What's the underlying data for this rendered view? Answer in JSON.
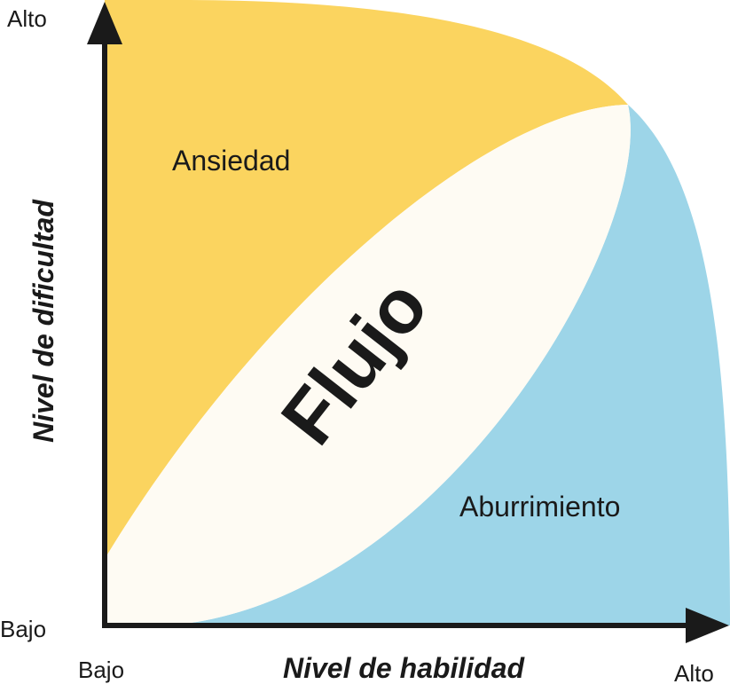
{
  "axes": {
    "y_title": "Nivel de dificultad",
    "x_title": "Nivel de habilidad",
    "y_high": "Alto",
    "y_low": "Bajo",
    "x_low": "Bajo",
    "x_high": "Alto"
  },
  "regions": {
    "anxiety": "Ansiedad",
    "flow": "Flujo",
    "boredom": "Aburrimiento"
  },
  "colors": {
    "anxiety": "#FBD45F",
    "flow": "#FEFBF3",
    "boredom": "#9DD5E8",
    "axis": "#1A1A1A",
    "text": "#1A1A1A"
  }
}
